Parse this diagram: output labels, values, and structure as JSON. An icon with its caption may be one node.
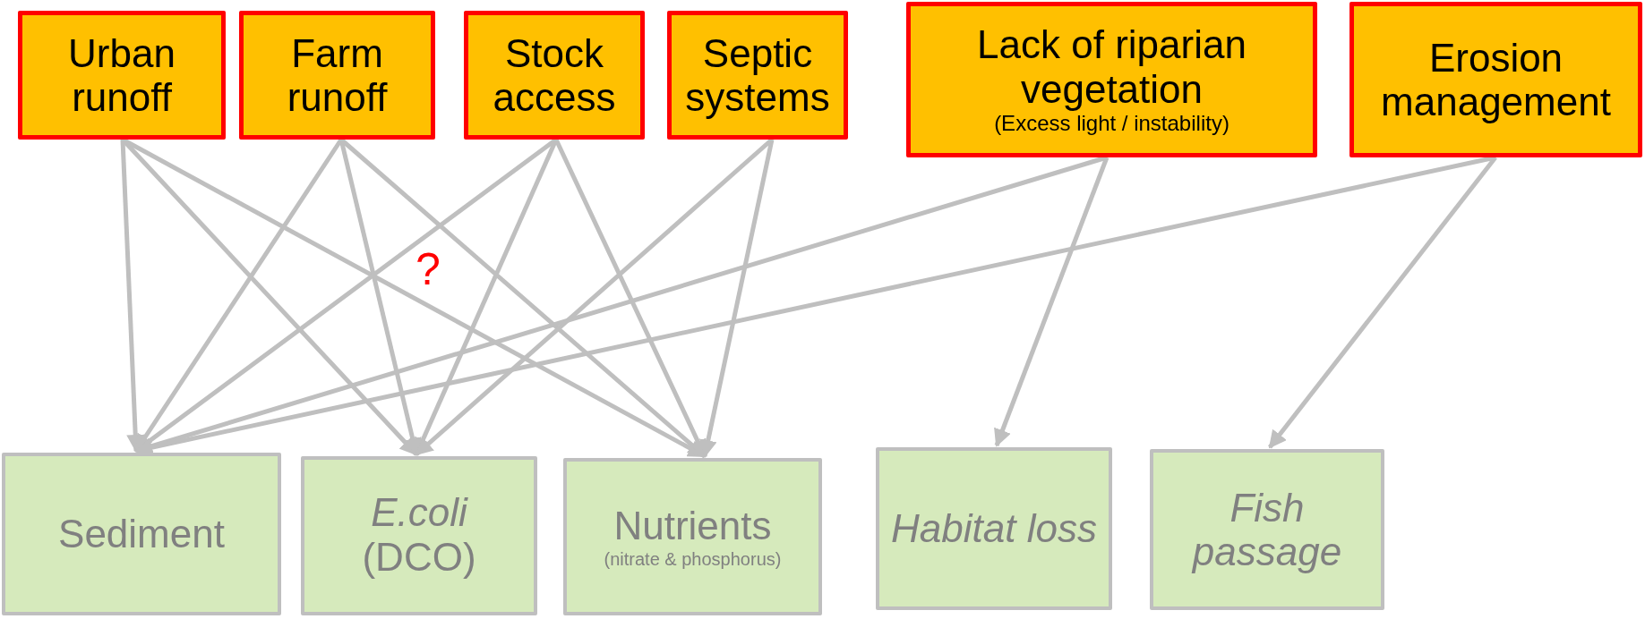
{
  "diagram": {
    "nodes": [
      {
        "text": [
          "Urban runoff"
        ]
      },
      {
        "text": [
          "Farm runoff"
        ]
      },
      {
        "text": [
          "Stock access"
        ]
      },
      {
        "text": [
          "Septic systems"
        ]
      },
      {
        "text": [
          "Lack of riparian vegetation",
          "(Excess light / instability)"
        ]
      },
      {
        "text": [
          "Erosion management"
        ]
      },
      {
        "text": [
          "Sediment"
        ]
      },
      {
        "text": [
          "*E.coli*",
          "(DCO)"
        ]
      },
      {
        "text": [
          "Nutrients",
          "(nitrate & phosphorus)"
        ]
      },
      {
        "text": [
          "*Habitat loss*"
        ]
      },
      {
        "text": [
          "*Fish passage*"
        ]
      }
    ],
    "edges": [
      {
        "from": 0,
        "to": 6,
        "arrow": "to"
      },
      {
        "from": 0,
        "to": 7,
        "arrow": "to"
      },
      {
        "from": 0,
        "to": 8,
        "arrow": "to"
      },
      {
        "from": 1,
        "to": 6,
        "arrow": "to"
      },
      {
        "from": 1,
        "to": 7,
        "arrow": "to"
      },
      {
        "from": 1,
        "to": 8,
        "arrow": "to"
      },
      {
        "from": 2,
        "to": 6,
        "arrow": "to"
      },
      {
        "from": 2,
        "to": 7,
        "arrow": "to"
      },
      {
        "from": 2,
        "to": 8,
        "arrow": "to"
      },
      {
        "from": 3,
        "to": 7,
        "arrow": "to"
      },
      {
        "from": 3,
        "to": 8,
        "arrow": "to"
      },
      {
        "from": 4,
        "to": 6,
        "arrow": "to"
      },
      {
        "from": 4,
        "to": 9,
        "arrow": "to"
      },
      {
        "from": 5,
        "to": 6,
        "arrow": "to"
      },
      {
        "from": 5,
        "to": 10,
        "arrow": "to"
      }
    ],
    "labels": [
      "?"
    ]
  }
}
